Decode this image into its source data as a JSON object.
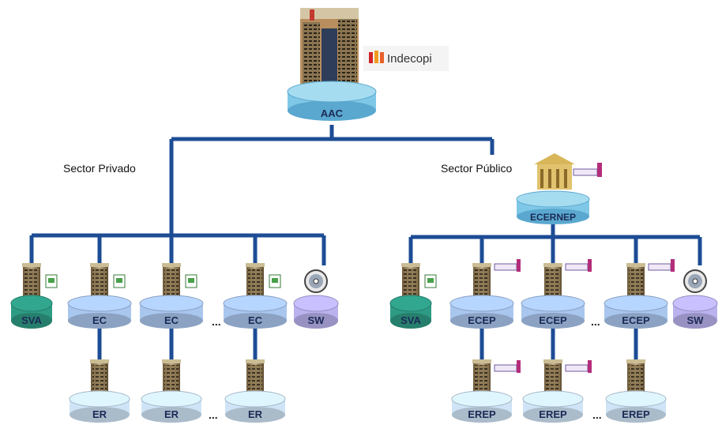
{
  "root": {
    "label": "AAC",
    "brand": "Indecopi"
  },
  "sectors": {
    "private": "Sector Privado",
    "public": "Sector Público"
  },
  "public_root": {
    "label": "ECERNEP"
  },
  "private_nodes": [
    {
      "label": "SVA"
    },
    {
      "label": "EC"
    },
    {
      "label": "EC"
    },
    {
      "label": "EC"
    },
    {
      "label": "SW"
    }
  ],
  "private_children": [
    {
      "label": "ER"
    },
    {
      "label": "ER"
    },
    {
      "label": "ER"
    }
  ],
  "public_nodes": [
    {
      "label": "SVA"
    },
    {
      "label": "ECEP"
    },
    {
      "label": "ECEP"
    },
    {
      "label": "ECEP"
    },
    {
      "label": "SW"
    }
  ],
  "public_children": [
    {
      "label": "EREP"
    },
    {
      "label": "EREP"
    },
    {
      "label": "EREP"
    }
  ],
  "ellipsis": "...",
  "colors": {
    "line": "#1d4c95",
    "disk_blue": "#a9c6ee",
    "disk_light": "#cfe4f6",
    "disk_root": "#7fc7e6",
    "disk_green": "#2e9b84",
    "disk_purple": "#b9b2ee"
  }
}
